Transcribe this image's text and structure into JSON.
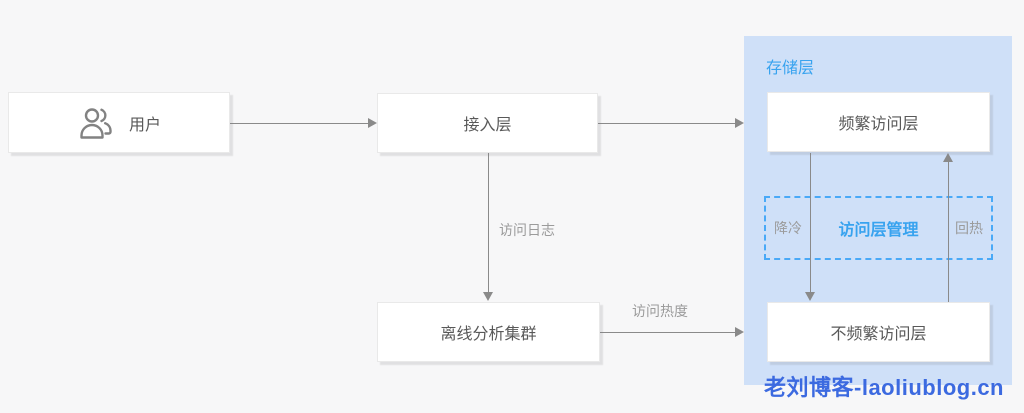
{
  "nodes": {
    "user": {
      "label": "用户"
    },
    "access_layer": {
      "label": "接入层"
    },
    "offline_cluster": {
      "label": "离线分析集群"
    },
    "frequent_access": {
      "label": "频繁访问层"
    },
    "infrequent_access": {
      "label": "不频繁访问层"
    }
  },
  "storage_group": {
    "title": "存储层",
    "management": {
      "label": "访问层管理",
      "cool_down": "降冷",
      "reheat": "回热"
    }
  },
  "edge_labels": {
    "access_log": "访问日志",
    "access_heat": "访问热度"
  },
  "watermark": "老刘博客-laoliublog.cn",
  "colors": {
    "background": "#f7f7f8",
    "storage_container_bg": "#cfe0f8",
    "accent_blue": "#38a3ef",
    "dashed_border_blue": "#49a9f7",
    "watermark_blue": "#3c6ae0",
    "line_gray": "#8a8a8a",
    "node_text_gray": "#595959",
    "edge_label_gray": "#9b9b9b"
  }
}
